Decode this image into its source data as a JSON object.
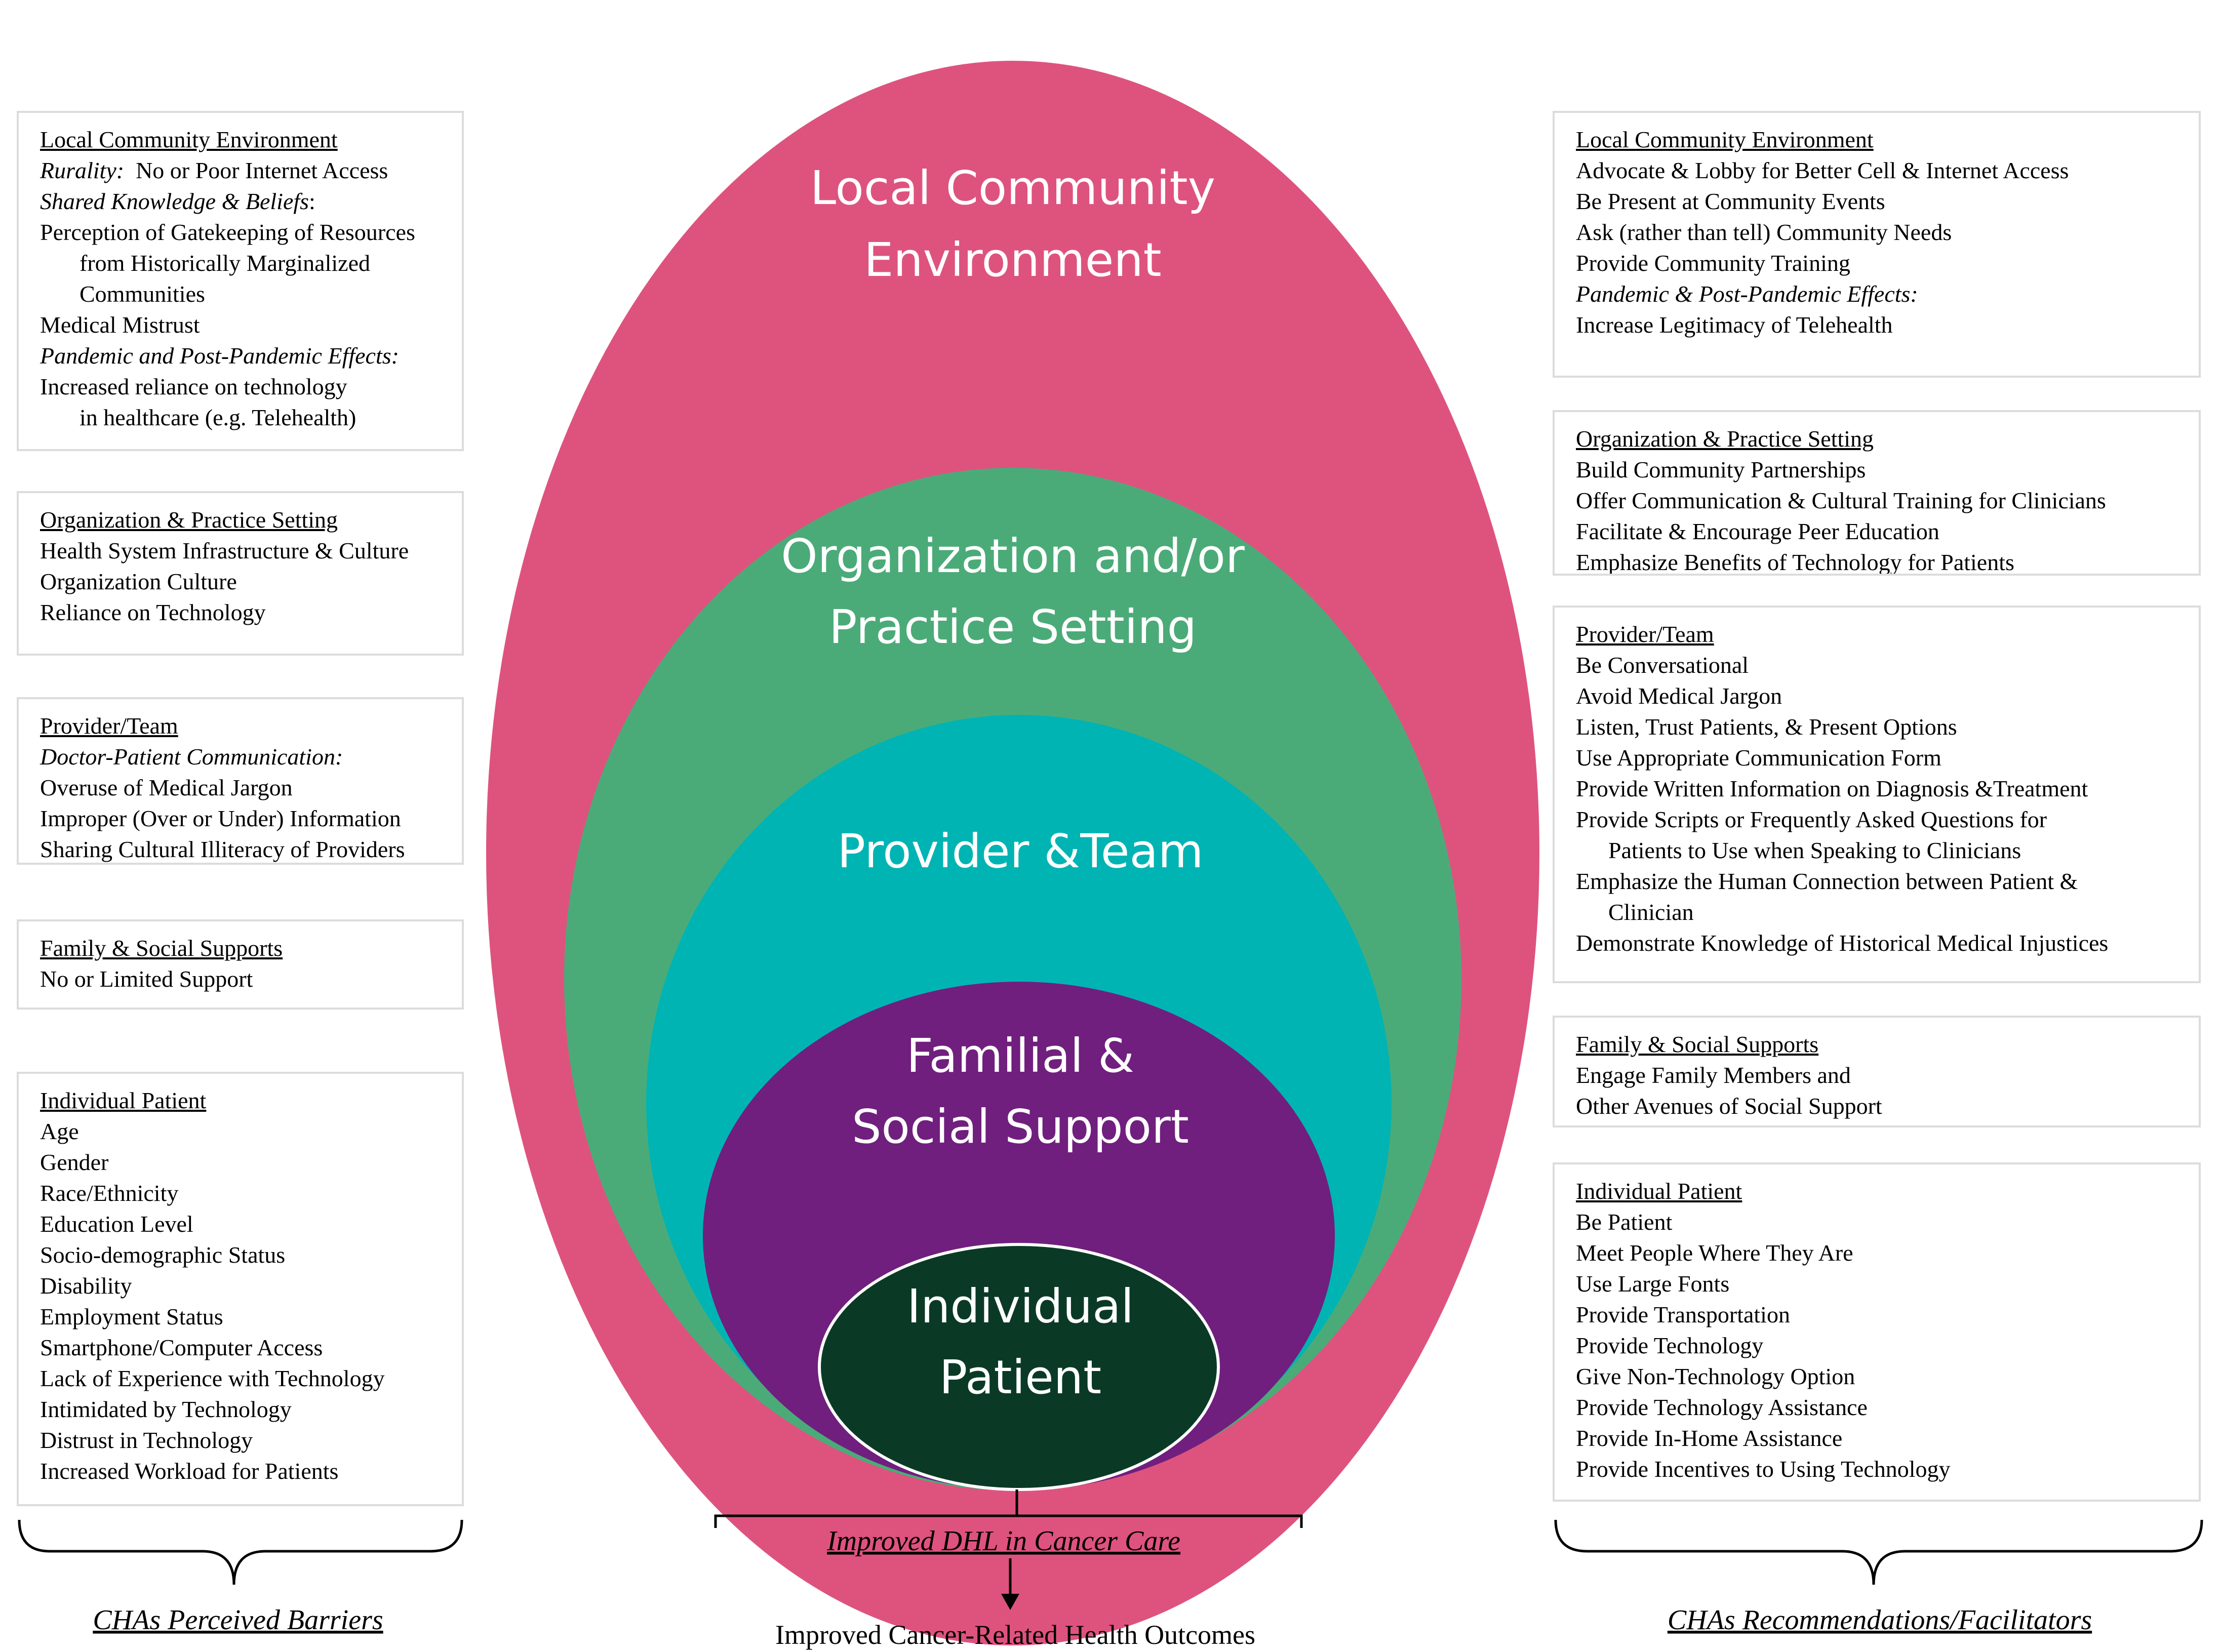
{
  "rings": [
    {
      "id": "community",
      "label_lines": [
        "Local Community",
        "Environment"
      ],
      "color": "#de537e"
    },
    {
      "id": "organization",
      "label_lines": [
        "Organization and/or",
        "Practice Setting"
      ],
      "color": "#4bab78"
    },
    {
      "id": "provider",
      "label_lines": [
        "Provider &Team"
      ],
      "color": "#00b4b4"
    },
    {
      "id": "familial",
      "label_lines": [
        "Familial &",
        "Social Support"
      ],
      "color": "#701f7e"
    },
    {
      "id": "individual",
      "label_lines": [
        "Individual",
        "Patient"
      ],
      "color": "#0a3a26"
    }
  ],
  "barriers": {
    "community": {
      "heading": "Local Community Environment ",
      "lines": [
        {
          "italic": "Rurality:",
          "text": "  No or Poor Internet Access"
        },
        {
          "italic": "Shared Knowledge & Beliefs",
          "text": ":"
        },
        {
          "text": "Perception of Gatekeeping of Resources"
        },
        {
          "text": "from Historically Marginalized",
          "indent": true
        },
        {
          "text": "Communities",
          "indent": true
        },
        {
          "text": "Medical Mistrust"
        },
        {
          "italic": "Pandemic and Post-Pandemic Effects:",
          "text": ""
        },
        {
          "text": "Increased reliance on technology"
        },
        {
          "text": "in healthcare (e.g. Telehealth)",
          "indent": true
        }
      ]
    },
    "organization": {
      "heading": "Organization & Practice Setting ",
      "lines": [
        {
          "text": "Health System Infrastructure & Culture"
        },
        {
          "text": "Organization Culture"
        },
        {
          "text": "Reliance on Technology"
        }
      ]
    },
    "provider": {
      "heading": "Provider/Team ",
      "lines": [
        {
          "italic": "Doctor-Patient Communication:",
          "text": ""
        },
        {
          "text": "Overuse of Medical Jargon"
        },
        {
          "text": "Improper (Over or Under) Information"
        },
        {
          "text": "Sharing Cultural Illiteracy of Providers"
        }
      ]
    },
    "family": {
      "heading": "Family & Social Supports",
      "lines": [
        {
          "text": "No or Limited Support"
        }
      ]
    },
    "individual": {
      "heading": "Individual Patient",
      "lines": [
        {
          "text": "Age"
        },
        {
          "text": "Gender"
        },
        {
          "text": "Race/Ethnicity"
        },
        {
          "text": "Education Level"
        },
        {
          "text": "Socio-demographic Status"
        },
        {
          "text": "Disability"
        },
        {
          "text": "Employment Status"
        },
        {
          "text": "Smartphone/Computer Access"
        },
        {
          "text": "Lack of Experience with Technology"
        },
        {
          "text": "Intimidated by Technology"
        },
        {
          "text": "Distrust in Technology"
        },
        {
          "text": "Increased Workload for Patients"
        }
      ]
    }
  },
  "recommendations": {
    "community": {
      "heading": "Local Community Environment ",
      "lines": [
        {
          "text": "Advocate & Lobby for Better Cell & Internet Access"
        },
        {
          "text": "Be Present at Community Events"
        },
        {
          "text": "Ask (rather than tell) Community Needs"
        },
        {
          "text": "Provide Community Training"
        },
        {
          "italic": "Pandemic & Post-Pandemic Effects:",
          "text": ""
        },
        {
          "text": "Increase Legitimacy of Telehealth"
        }
      ]
    },
    "organization": {
      "heading": "Organization & Practice Setting ",
      "lines": [
        {
          "text": "Build Community Partnerships"
        },
        {
          "text": "Offer Communication & Cultural Training for Clinicians"
        },
        {
          "text": "Facilitate & Encourage Peer Education"
        },
        {
          "text": "Emphasize Benefits of Technology for Patients"
        }
      ]
    },
    "provider": {
      "heading": "Provider/Team ",
      "lines": [
        {
          "text": "Be Conversational"
        },
        {
          "text": "Avoid Medical Jargon"
        },
        {
          "text": "Listen, Trust Patients, & Present Options"
        },
        {
          "text": "Use Appropriate Communication Form"
        },
        {
          "text": "Provide Written Information on Diagnosis &Treatment"
        },
        {
          "text": "Provide Scripts or Frequently Asked Questions for"
        },
        {
          "text": "Patients to Use when Speaking to Clinicians",
          "indent_small": true
        },
        {
          "text": "Emphasize the Human Connection between Patient &"
        },
        {
          "text": "Clinician",
          "indent_small": true
        },
        {
          "text": "Demonstrate Knowledge of Historical Medical Injustices"
        }
      ]
    },
    "family": {
      "heading": "Family & Social Supports ",
      "lines": [
        {
          "text": "Engage Family Members and"
        },
        {
          "text": "Other Avenues of Social Support"
        }
      ]
    },
    "individual": {
      "heading": "Individual Patient",
      "lines": [
        {
          "text": "Be Patient"
        },
        {
          "text": "Meet People Where They Are"
        },
        {
          "text": "Use Large Fonts"
        },
        {
          "text": "Provide Transportation"
        },
        {
          "text": "Provide Technology"
        },
        {
          "text": "Give Non-Technology Option"
        },
        {
          "text": "Provide Technology Assistance"
        },
        {
          "text": "Provide In-Home Assistance"
        },
        {
          "text": "Provide Incentives to Using Technology"
        }
      ]
    }
  },
  "bottom": {
    "left_caption": "CHAs Perceived Barriers",
    "right_caption": "CHAs Recommendations/Facilitators",
    "center_caption": "Improved DHL in Cancer Care",
    "outcome": "Improved Cancer-Related Health Outcomes"
  }
}
